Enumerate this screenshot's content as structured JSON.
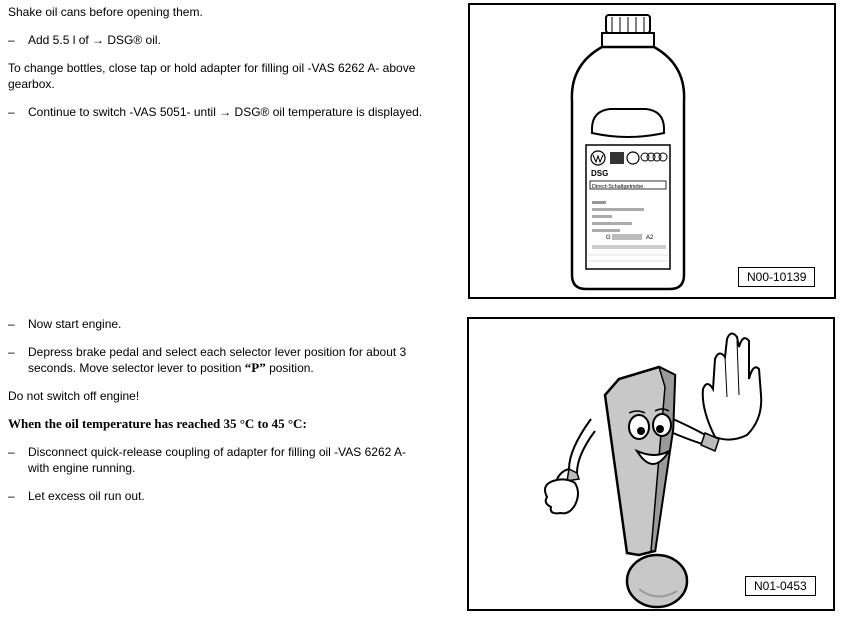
{
  "left": {
    "p1": "Shake oil cans before opening them.",
    "step1_dash": "–",
    "step1": "Add 5.5 l of → DSG® oil.",
    "p2_line1": "To change bottles, close tap or hold adapter for filling oil -VAS 6262 A- above",
    "p2_line2": "gearbox.",
    "step2_dash": "–",
    "step2": "Continue to switch -VAS 5051- until → DSG® oil temperature is displayed.",
    "step3_dash": "–",
    "step3": "Now start engine.",
    "step4_dash": "–",
    "step4_line1": "Depress brake pedal and select each selector lever position for about 3",
    "step4_line2_pre": "seconds. Move selector lever to position ",
    "step4_line2_bold": "“P”",
    "step4_line2_post": " position.",
    "p3": "Do not switch off engine!",
    "heading": "When the oil temperature has reached 35 °C to 45 °C:",
    "step5_dash": "–",
    "step5_line1": "Disconnect quick-release coupling of adapter for filling oil -VAS 6262 A-",
    "step5_line2": "with engine running.",
    "step6_dash": "–",
    "step6": "Let excess oil run out."
  },
  "figure1": {
    "code": "N00-10139",
    "label_brand": "DSG",
    "label_sub": "Direct-Schaltgetriebe",
    "label_left": "G",
    "label_right": "A2",
    "icon": "oil-bottle-icon"
  },
  "figure2": {
    "code": "N01-0453",
    "icon": "exclamation-mascot-icon"
  }
}
